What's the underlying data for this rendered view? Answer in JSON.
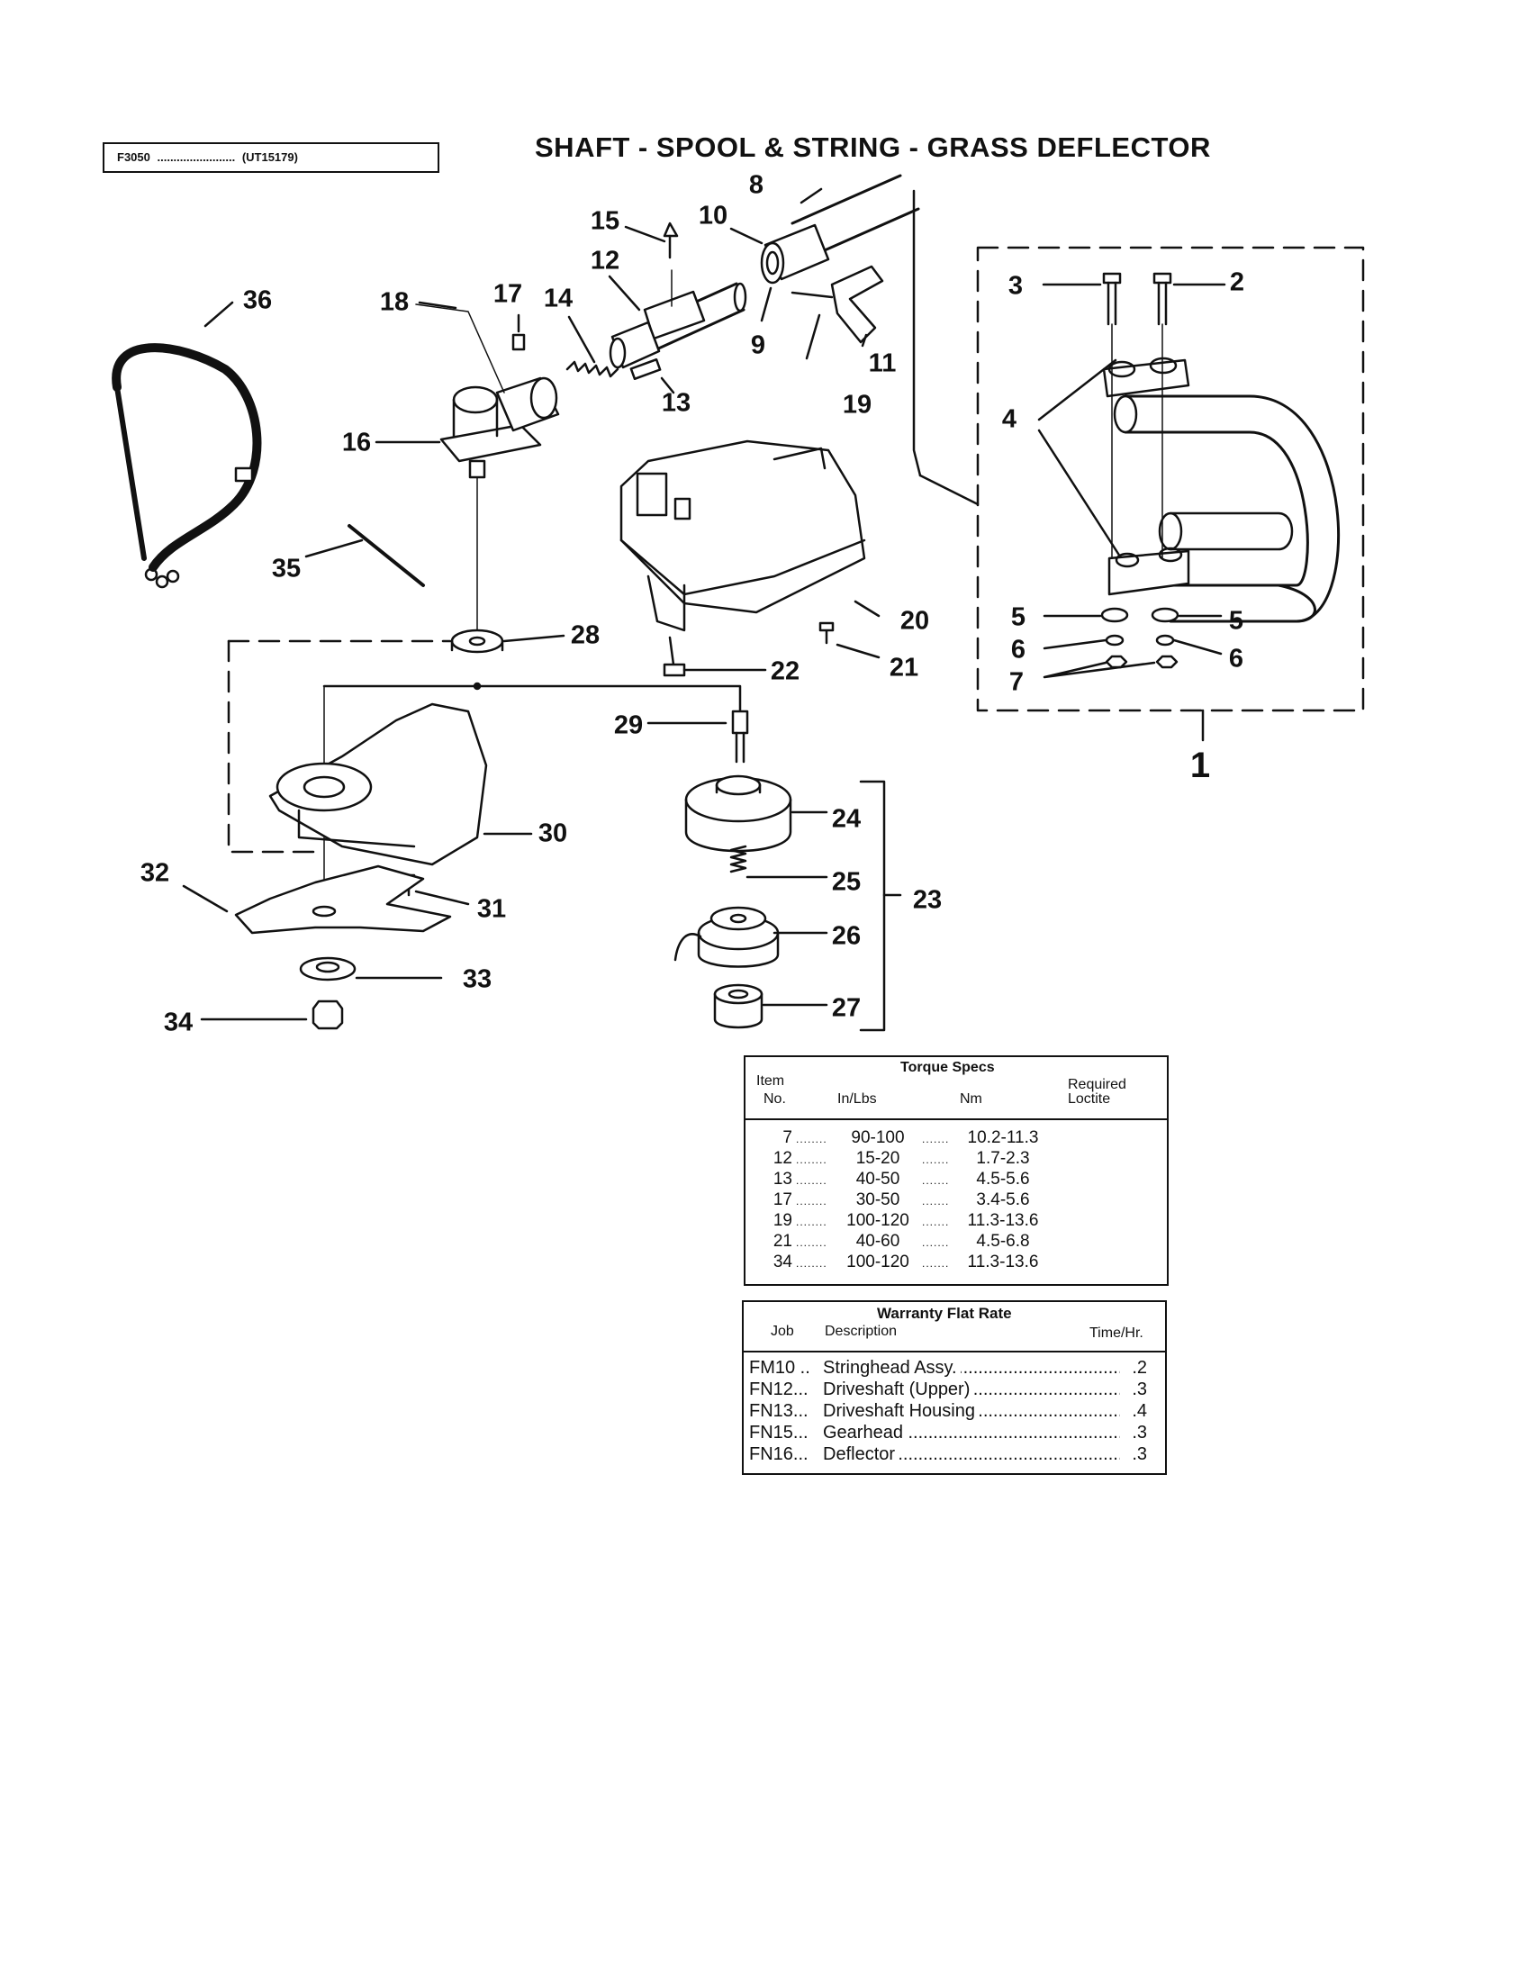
{
  "header": {
    "model": "F3050",
    "model_dots": "........................",
    "catalog": "(UT15179)",
    "title": "SHAFT - SPOOL & STRING - GRASS DEFLECTOR"
  },
  "callouts": {
    "c1": "1",
    "c2": "2",
    "c3": "3",
    "c4": "4",
    "c5a": "5",
    "c5b": "5",
    "c6a": "6",
    "c6b": "6",
    "c7": "7",
    "c8": "8",
    "c9": "9",
    "c10": "10",
    "c11": "11",
    "c12": "12",
    "c13": "13",
    "c14": "14",
    "c15": "15",
    "c16": "16",
    "c17": "17",
    "c18": "18",
    "c19": "19",
    "c20": "20",
    "c21": "21",
    "c22": "22",
    "c23": "23",
    "c24": "24",
    "c25": "25",
    "c26": "26",
    "c27": "27",
    "c28": "28",
    "c29": "29",
    "c30": "30",
    "c31": "31",
    "c32": "32",
    "c33": "33",
    "c34": "34",
    "c35": "35",
    "c36": "36"
  },
  "torque_specs": {
    "title": "Torque Specs",
    "col_item_1": "Item",
    "col_item_2": "No.",
    "col_inlbs": "In/Lbs",
    "col_nm": "Nm",
    "col_required_1": "Required",
    "col_required_2": "Loctite",
    "rows": [
      {
        "item": "7",
        "inlbs": "90-100",
        "nm": "10.2-11.3"
      },
      {
        "item": "12",
        "inlbs": "15-20",
        "nm": "1.7-2.3"
      },
      {
        "item": "13",
        "inlbs": "40-50",
        "nm": "4.5-5.6"
      },
      {
        "item": "17",
        "inlbs": "30-50",
        "nm": "3.4-5.6"
      },
      {
        "item": "19",
        "inlbs": "100-120",
        "nm": "11.3-13.6"
      },
      {
        "item": "21",
        "inlbs": "40-60",
        "nm": "4.5-6.8"
      },
      {
        "item": "34",
        "inlbs": "100-120",
        "nm": "11.3-13.6"
      }
    ]
  },
  "warranty": {
    "title": "Warranty Flat Rate",
    "col_job": "Job",
    "col_description": "Description",
    "col_time": "Time/Hr.",
    "rows": [
      {
        "job": "FM10 ..",
        "description": "Stringhead Assy.",
        "time": ".2"
      },
      {
        "job": "FN12...",
        "description": "Driveshaft (Upper)",
        "time": ".3"
      },
      {
        "job": "FN13...",
        "description": "Driveshaft Housing",
        "time": ".4"
      },
      {
        "job": "FN15...",
        "description": "Gearhead",
        "time": ".3"
      },
      {
        "job": "FN16...",
        "description": "Deflector",
        "time": ".3"
      }
    ]
  }
}
